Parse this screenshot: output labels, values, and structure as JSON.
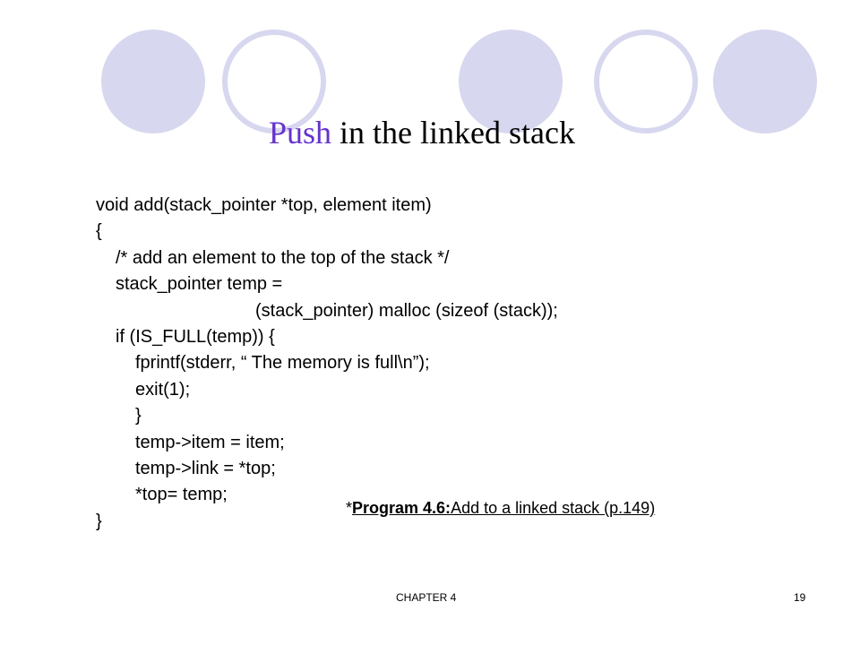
{
  "slide": {
    "title_highlight": "Push",
    "title_rest": " in the linked stack",
    "code_lines": [
      "void add(stack_pointer *top, element item)",
      "{",
      "/* add an element to the top of the stack */",
      "stack_pointer temp =",
      "(stack_pointer) malloc (sizeof (stack));",
      "if (IS_FULL(temp)) {",
      "fprintf(stderr, “ The memory is full\\n”);",
      "exit(1);",
      "}",
      "temp->item = item;",
      "temp->link = *top;",
      "*top= temp;",
      "}"
    ],
    "caption": {
      "prefix": "*",
      "program_label": "Program 4.6:",
      "description": "Add to a linked stack (p.149)"
    },
    "footer": {
      "chapter": "CHAPTER 4",
      "page_number": "19"
    }
  },
  "colors": {
    "title_highlight": "#6633cc",
    "decor_circle": "#d7d7ef"
  }
}
